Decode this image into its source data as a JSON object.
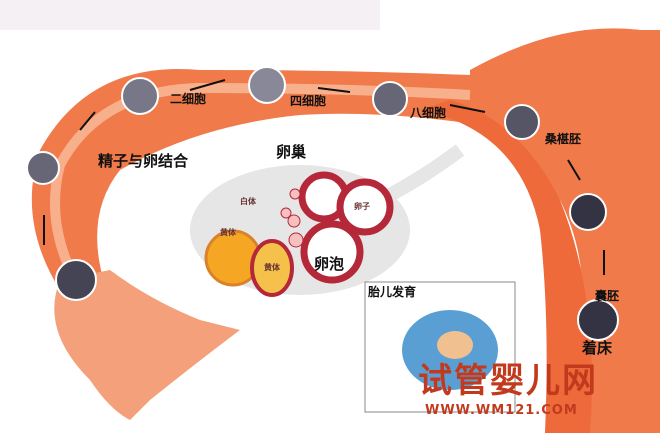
{
  "labels": {
    "two_cell": "二细胞",
    "four_cell": "四细胞",
    "eight_cell": "八细胞",
    "morula": "桑椹胚",
    "fertilization": "精子与卵结合",
    "ovary": "卵巢",
    "white_body": "白体",
    "yellow_body_1": "黄体",
    "yellow_body_2": "黄体",
    "egg": "卵子",
    "follicle": "卵泡",
    "fetal_development": "胎儿发育",
    "blastocyst": "囊胚",
    "implantation": "着床"
  },
  "watermark": {
    "name": "试管婴儿网",
    "url": "WWW.WM121.COM"
  },
  "colors": {
    "tube": "#f07a4a",
    "tube_light": "#f8b08c",
    "ovary": "#e6e6e6",
    "follicle": "#b5283a",
    "corpus": "#f5a623",
    "watermark": "#c23a1e"
  }
}
